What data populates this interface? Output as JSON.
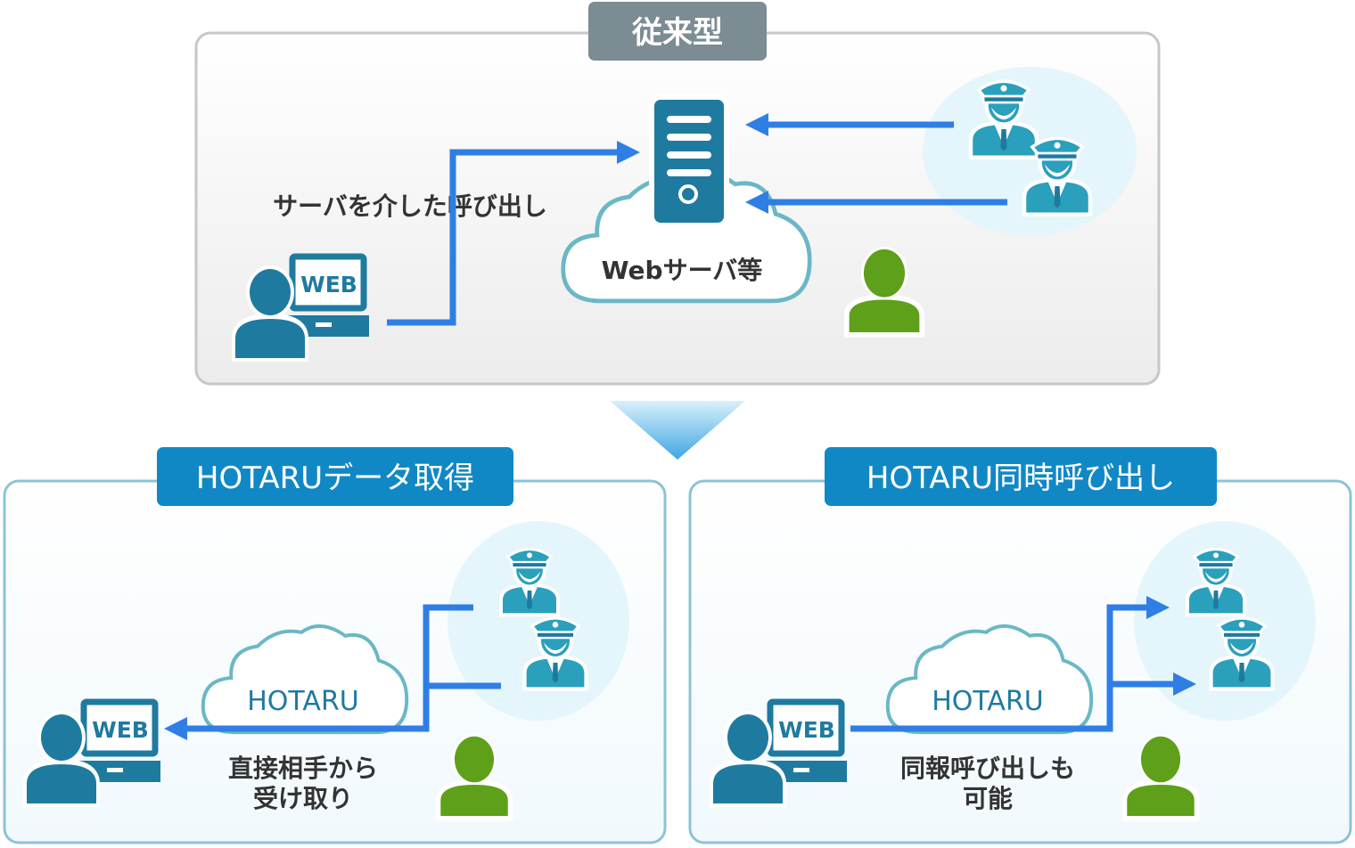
{
  "top": {
    "tab": "従来型",
    "route_label": "サーバを介した呼び出し",
    "server_label": "Webサーバ等",
    "web_label": "WEB"
  },
  "left": {
    "tab": "HOTARUデータ取得",
    "cloud_label": "HOTARU",
    "caption_line1": "直接相手から",
    "caption_line2": "受け取り",
    "web_label": "WEB"
  },
  "right": {
    "tab": "HOTARU同時呼び出し",
    "cloud_label": "HOTARU",
    "caption_line1": "同報呼び出しも",
    "caption_line2": "可能",
    "web_label": "WEB"
  },
  "colors": {
    "tab_gray": "#7b8c93",
    "tab_blue": "#1188c6",
    "arrow_blue": "#2f7ee6",
    "person_blue": "#1f7aa0",
    "officer_teal": "#2aa0bd",
    "person_green": "#5ea019",
    "cloud_stroke": "#6bb7c6",
    "bubble": "#e4f6fb"
  },
  "icons": [
    "web-terminal-icon",
    "server-icon",
    "cloud-icon",
    "officer-icon",
    "person-icon",
    "down-arrow-icon"
  ]
}
